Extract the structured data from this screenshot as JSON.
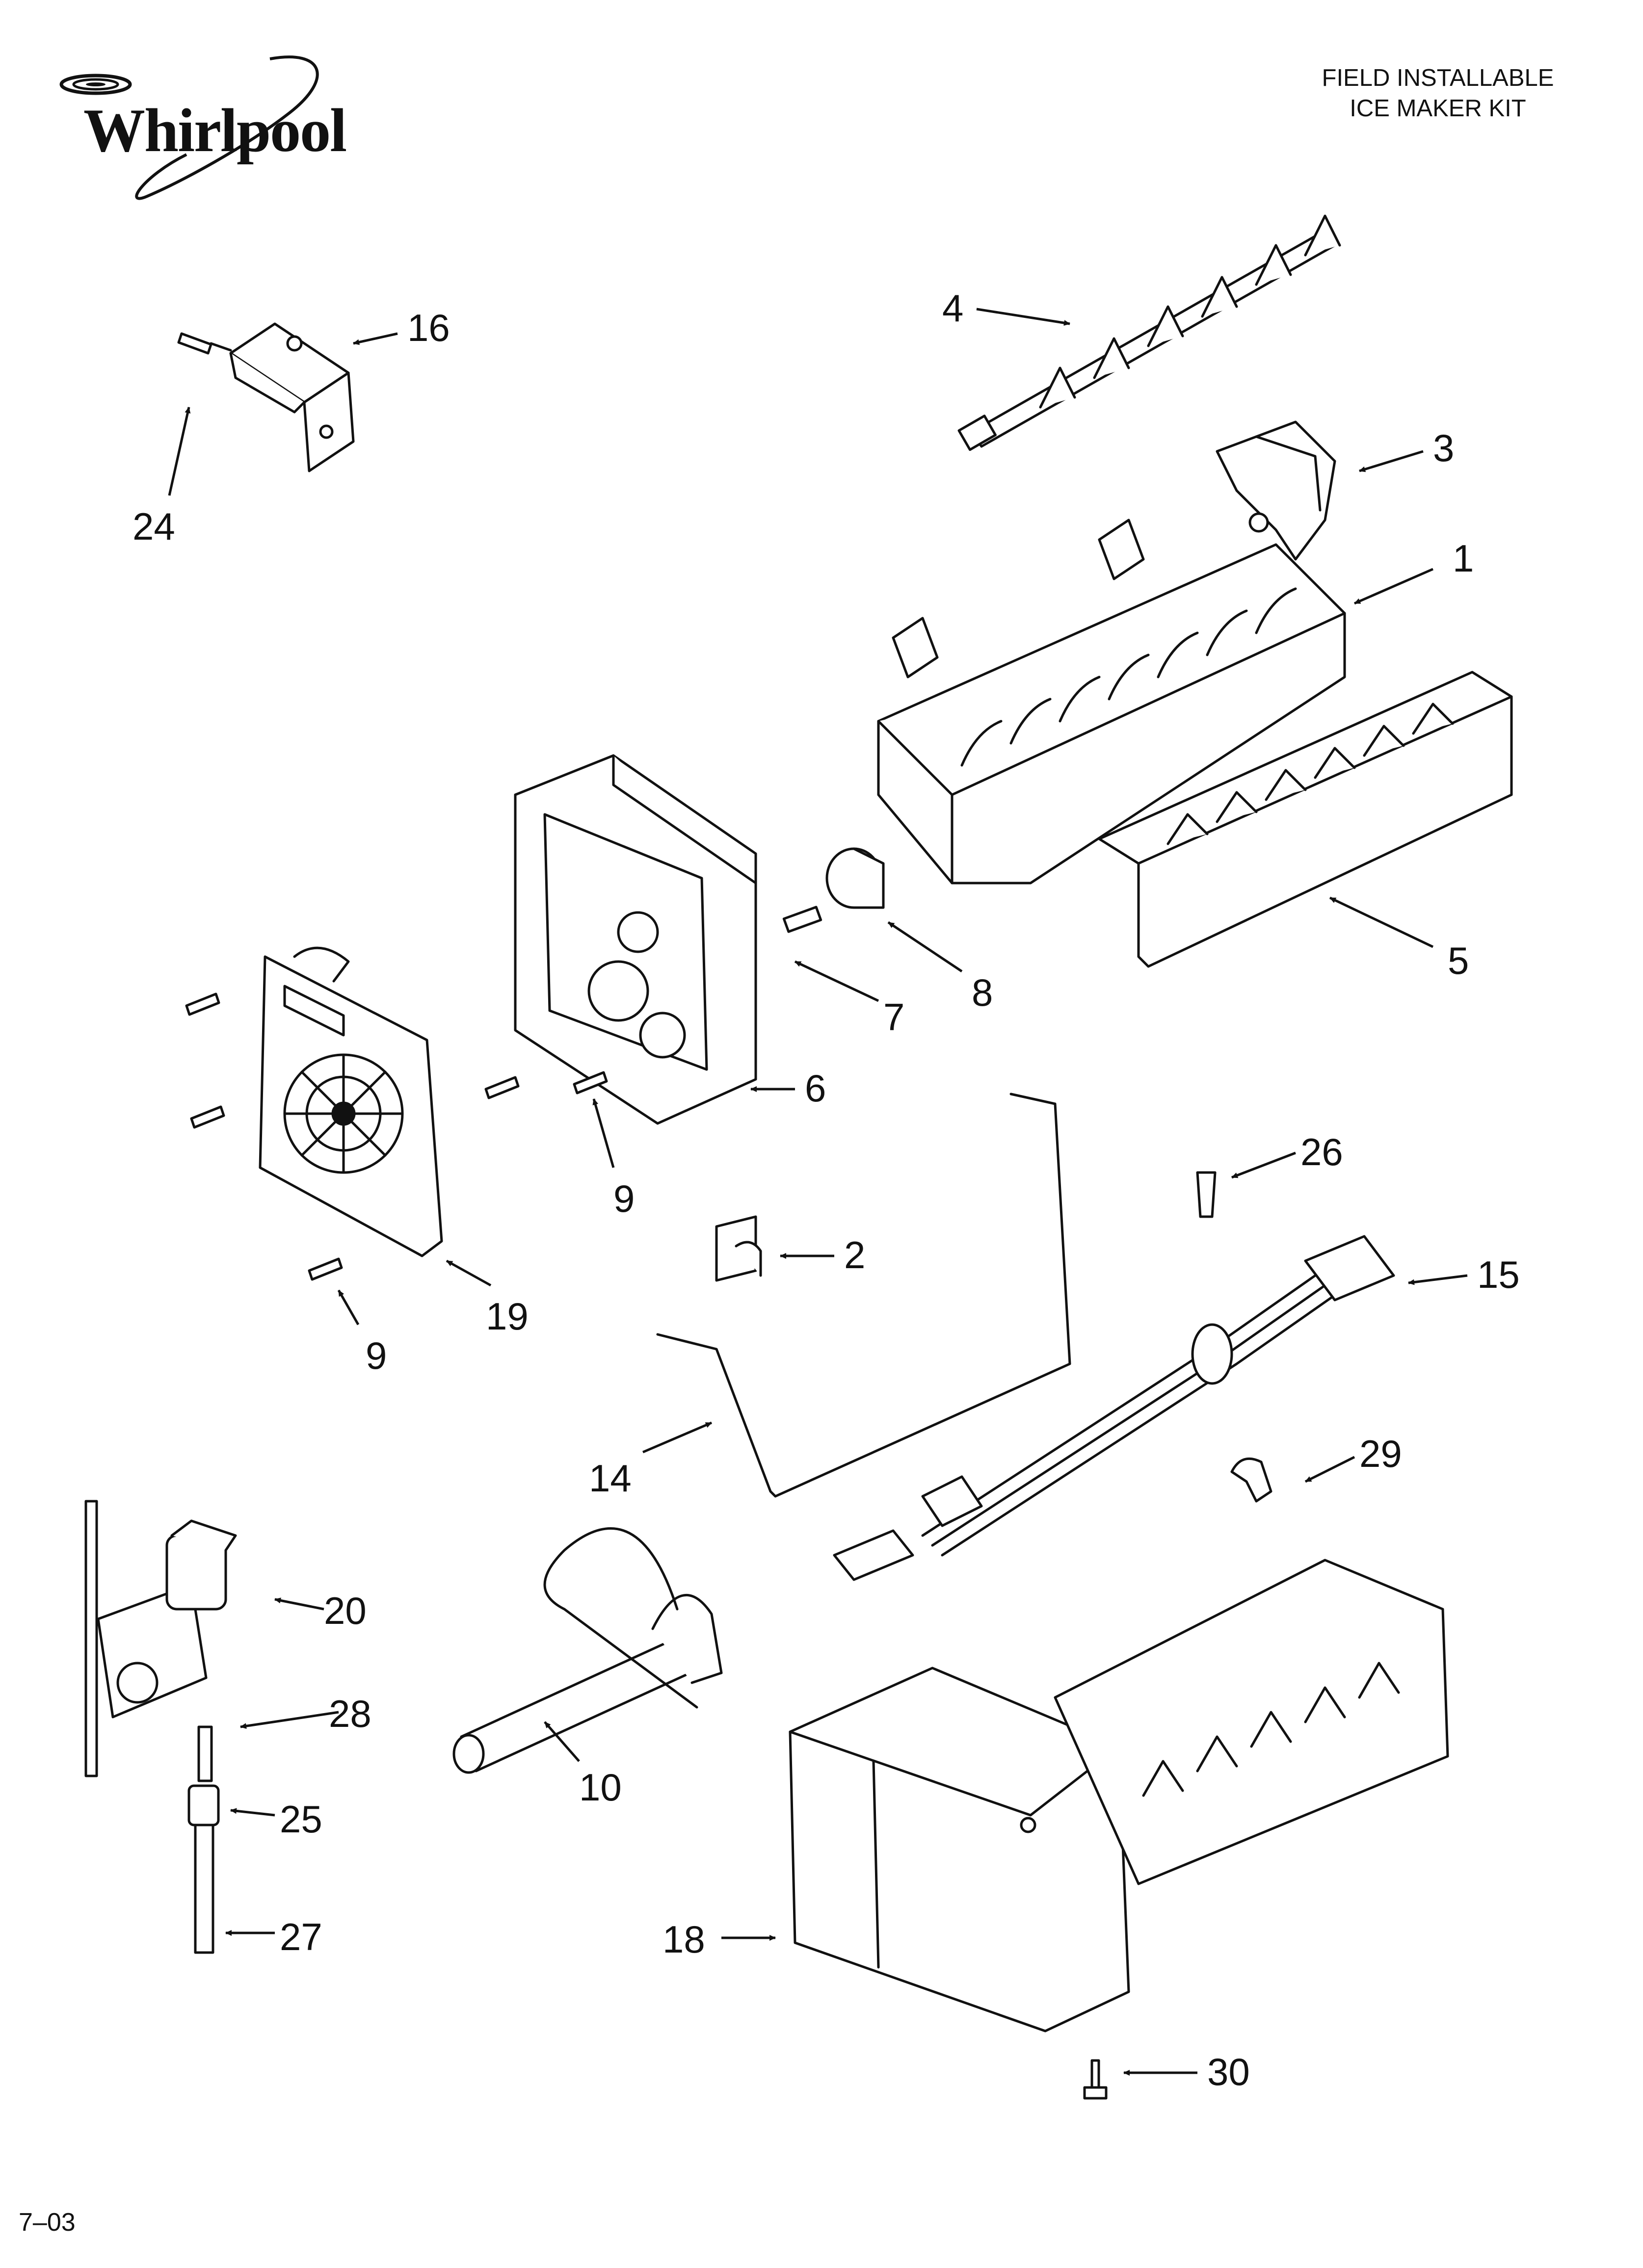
{
  "brand": {
    "logo_text": "Whirlpool"
  },
  "header": {
    "line1": "FIELD INSTALLABLE",
    "line2": "ICE MAKER KIT"
  },
  "footer": {
    "code": "7–03"
  },
  "colors": {
    "ink": "#111111",
    "paper": "#ffffff",
    "fill": "#f2f2f2"
  },
  "callouts": [
    {
      "id": "4",
      "label": "4"
    },
    {
      "id": "16",
      "label": "16"
    },
    {
      "id": "24",
      "label": "24"
    },
    {
      "id": "3",
      "label": "3"
    },
    {
      "id": "1",
      "label": "1"
    },
    {
      "id": "5",
      "label": "5"
    },
    {
      "id": "8",
      "label": "8"
    },
    {
      "id": "7",
      "label": "7"
    },
    {
      "id": "6",
      "label": "6"
    },
    {
      "id": "9a",
      "label": "9"
    },
    {
      "id": "26",
      "label": "26"
    },
    {
      "id": "2",
      "label": "2"
    },
    {
      "id": "15",
      "label": "15"
    },
    {
      "id": "19",
      "label": "19"
    },
    {
      "id": "9b",
      "label": "9"
    },
    {
      "id": "29",
      "label": "29"
    },
    {
      "id": "14",
      "label": "14"
    },
    {
      "id": "20",
      "label": "20"
    },
    {
      "id": "28",
      "label": "28"
    },
    {
      "id": "25",
      "label": "25"
    },
    {
      "id": "10",
      "label": "10"
    },
    {
      "id": "27",
      "label": "27"
    },
    {
      "id": "18",
      "label": "18"
    },
    {
      "id": "30",
      "label": "30"
    }
  ]
}
